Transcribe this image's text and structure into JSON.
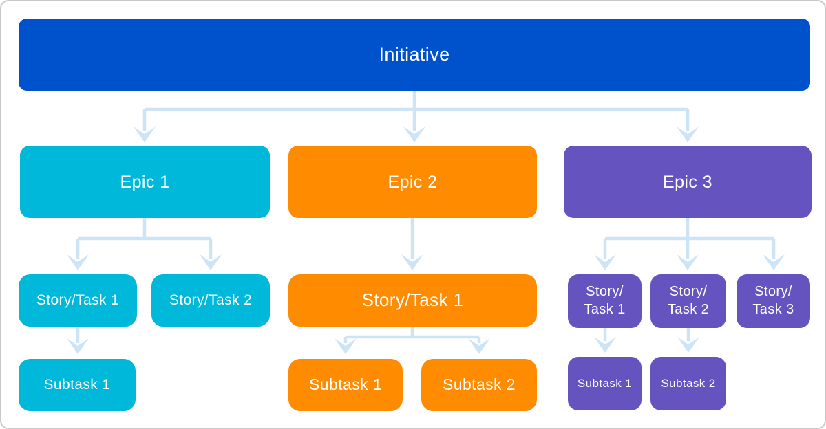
{
  "colors": {
    "initiative": "#0052CC",
    "epic1_branch": "#00B8D9",
    "epic2_branch": "#FF8B00",
    "epic3_branch": "#6554C0",
    "connector": "#CDE3F6",
    "frame_border": "#C9C9C9",
    "node_text": "#FFFFFF",
    "background": "#FFFFFF"
  },
  "nodes": {
    "initiative": {
      "label": "Initiative"
    },
    "epic1": {
      "label": "Epic 1"
    },
    "epic2": {
      "label": "Epic 2"
    },
    "epic3": {
      "label": "Epic 3"
    },
    "epic1_story1": {
      "label": "Story/Task 1"
    },
    "epic1_story2": {
      "label": "Story/Task 2"
    },
    "epic1_subtask1": {
      "label": "Subtask 1"
    },
    "epic2_story1": {
      "label": "Story/Task 1"
    },
    "epic2_subtask1": {
      "label": "Subtask 1"
    },
    "epic2_subtask2": {
      "label": "Subtask 2"
    },
    "epic3_story1": {
      "line1": "Story/",
      "line2": "Task 1"
    },
    "epic3_story2": {
      "line1": "Story/",
      "line2": "Task 2"
    },
    "epic3_story3": {
      "line1": "Story/",
      "line2": "Task 3"
    },
    "epic3_subtask1": {
      "label": "Subtask 1"
    },
    "epic3_subtask2": {
      "label": "Subtask 2"
    }
  }
}
